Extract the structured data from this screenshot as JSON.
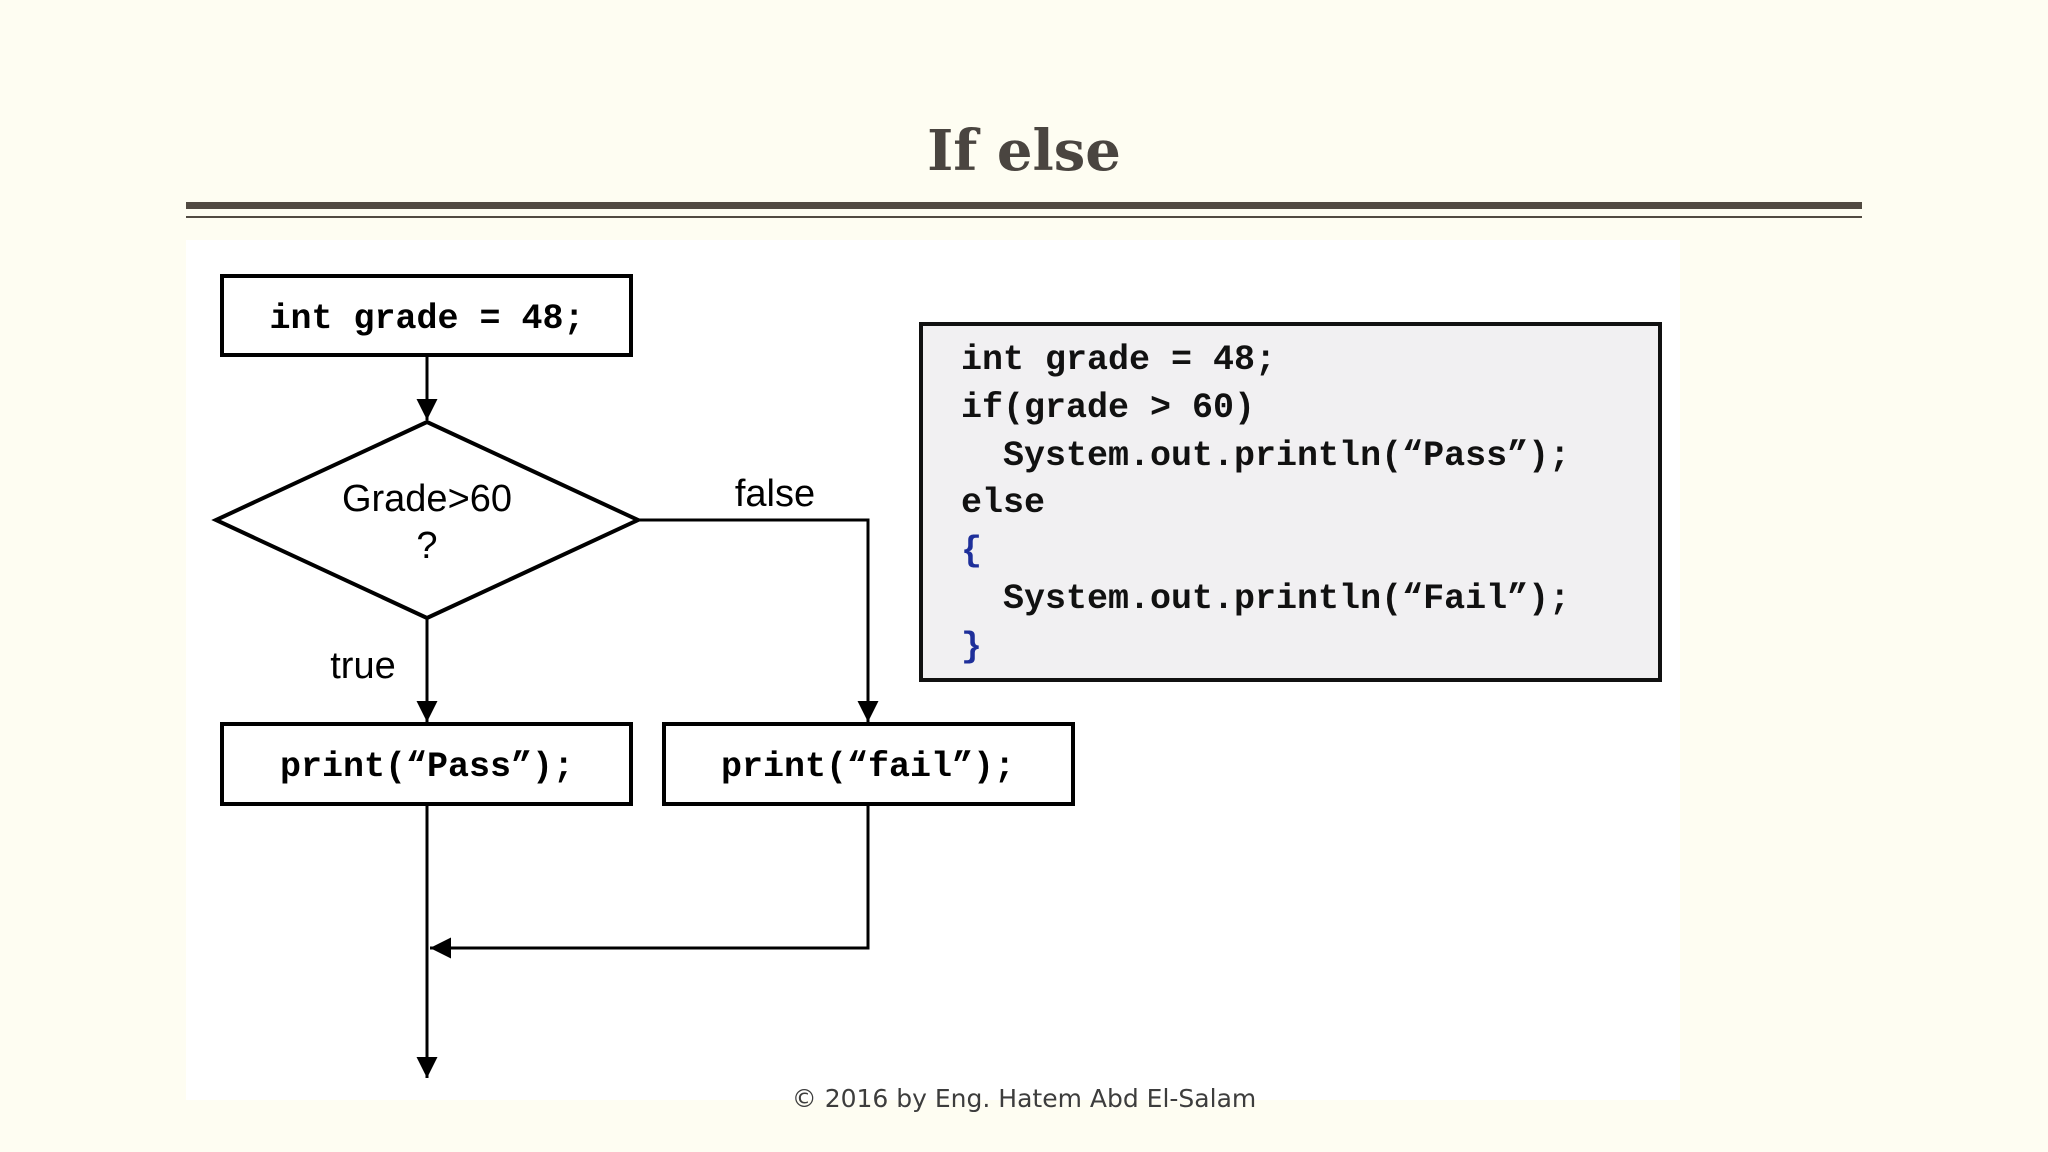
{
  "slide": {
    "title": "If else",
    "footer": "©  2016 by Eng.  Hatem Abd El-Salam"
  },
  "flowchart": {
    "init_box": "int grade = 48;",
    "decision_line1": "Grade>60",
    "decision_line2": "?",
    "false_label": "false",
    "true_label": "true",
    "pass_box": "print(“Pass”);",
    "fail_box": "print(“fail”);"
  },
  "code": {
    "lines": [
      "int grade = 48;",
      "if(grade > 60)",
      "  System.out.println(“Pass”);",
      "else",
      "{",
      "  System.out.println(“Fail”);",
      "}"
    ]
  }
}
